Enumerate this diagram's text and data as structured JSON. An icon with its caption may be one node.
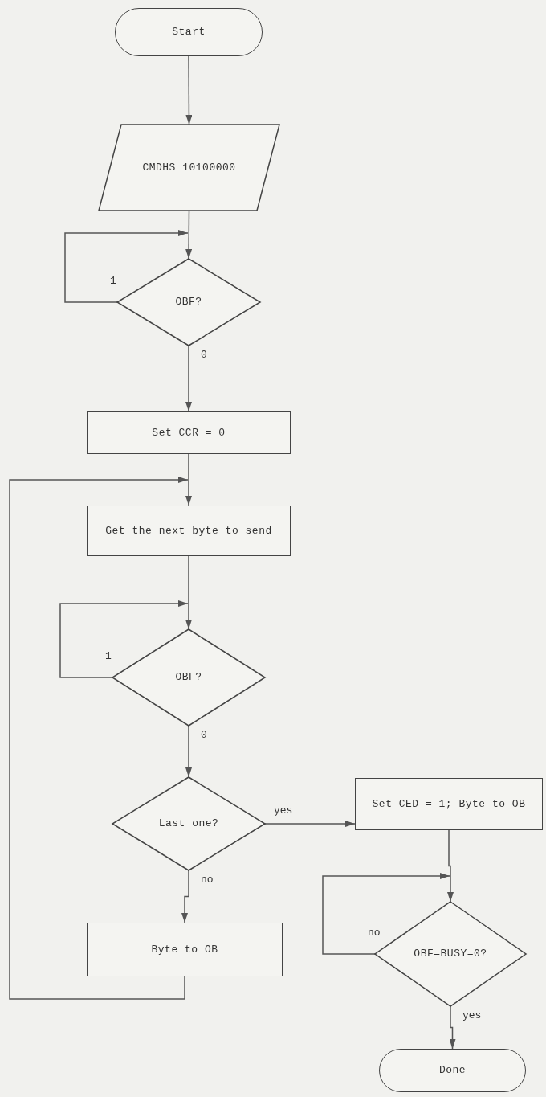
{
  "diagram": {
    "nodes": [
      {
        "text": [
          "Start"
        ]
      },
      {
        "text": [
          "CMDHS 10100000"
        ]
      },
      {
        "text": [
          "OBF?"
        ]
      },
      {
        "text": [
          "Set CCR = 0"
        ]
      },
      {
        "text": [
          "Get the next byte to send"
        ]
      },
      {
        "text": [
          "OBF?"
        ]
      },
      {
        "text": [
          "Last one?"
        ]
      },
      {
        "text": [
          "Byte to OB"
        ]
      },
      {
        "text": [
          "Set CED = 1; Byte to OB"
        ]
      },
      {
        "text": [
          "OBF=BUSY=0?"
        ]
      },
      {
        "text": [
          "Done"
        ]
      }
    ],
    "edges": [
      {
        "from": 0,
        "to": 1,
        "arrow": "to"
      },
      {
        "from": 1,
        "to": 2,
        "arrow": "to"
      },
      {
        "from": 2,
        "to": 2,
        "arrow": "to",
        "label": "1"
      },
      {
        "from": 2,
        "to": 3,
        "arrow": "to",
        "label": "0"
      },
      {
        "from": 3,
        "to": 4,
        "arrow": "to"
      },
      {
        "from": 7,
        "to": 4,
        "arrow": "to"
      },
      {
        "from": 4,
        "to": 5,
        "arrow": "to"
      },
      {
        "from": 5,
        "to": 5,
        "arrow": "to",
        "label": "1"
      },
      {
        "from": 5,
        "to": 6,
        "arrow": "to",
        "label": "0"
      },
      {
        "from": 6,
        "to": 8,
        "arrow": "to",
        "label": "yes"
      },
      {
        "from": 6,
        "to": 7,
        "arrow": "to",
        "label": "no"
      },
      {
        "from": 8,
        "to": 9,
        "arrow": "to"
      },
      {
        "from": 9,
        "to": 9,
        "arrow": "to",
        "label": "no"
      },
      {
        "from": 9,
        "to": 10,
        "arrow": "to",
        "label": "yes"
      }
    ]
  }
}
